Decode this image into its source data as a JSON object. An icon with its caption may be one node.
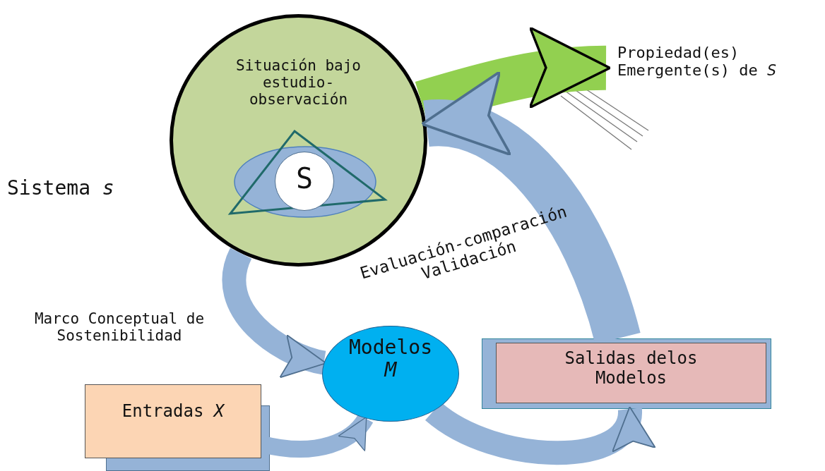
{
  "diagram": {
    "nodes": [
      {
        "text": [
          "Situación bajo estudio-observación"
        ],
        "beside": [
          "Sistema *s*"
        ]
      },
      {
        "text": [
          "S"
        ],
        "in": 0
      },
      {
        "text": [
          "Modelos *M*"
        ]
      },
      {
        "text": [
          "Entradas *X*"
        ]
      },
      {
        "text": [
          "Salidas delos Modelos"
        ]
      },
      {
        "text": [
          "Propiedad(es) Emergente(s) de *S*"
        ]
      }
    ],
    "edges": [
      {
        "from": 0,
        "to": 5,
        "arrow": "to",
        "style": "thick",
        "color": "#92d050"
      },
      {
        "from": 0,
        "to": 2,
        "arrow": "to",
        "label": "Marco Conceptual de Sostenibilidad"
      },
      {
        "from": 4,
        "to": 0,
        "arrow": "to",
        "style": "thick",
        "label": "Evaluación-comparación Validación"
      },
      {
        "from": 3,
        "to": 2,
        "arrow": "to"
      },
      {
        "from": 2,
        "to": 4,
        "arrow": "to"
      }
    ]
  }
}
